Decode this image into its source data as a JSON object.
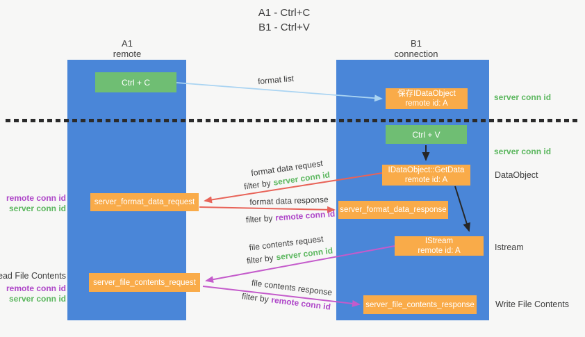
{
  "colors": {
    "bg": "#f7f7f6",
    "column-blue": "#4a86d8",
    "box-green": "#6fbe73",
    "box-orange": "#f9ab49",
    "arrow-red": "#e86358",
    "arrow-purple": "#c45bcb",
    "arrow-blue": "#aad4f2",
    "arrow-black": "#262626",
    "text-dark": "#3d3d3d",
    "text-green": "#5cb75f",
    "text-purple": "#ae46c8",
    "text-white": "#ffffff",
    "dot-line": "#2b2b2b"
  },
  "title": {
    "line1": "A1 - Ctrl+C",
    "line2": "B1 - Ctrl+V"
  },
  "columns": {
    "left": {
      "name": "A1",
      "sub": "remote"
    },
    "right": {
      "name": "B1",
      "sub": "connection"
    }
  },
  "boxes": {
    "ctrl_c": "Ctrl + C",
    "ctrl_v": "Ctrl + V",
    "save_dataobject": {
      "line1": "保存IDataObject",
      "line2": "remote id: A"
    },
    "getdata": {
      "line1": "IDataObject::GetData",
      "line2": "remote id: A"
    },
    "istream": {
      "line1": "IStream",
      "line2": "remote id: A"
    },
    "format_request": "server_format_data_request",
    "format_response": "server_format_data_response",
    "file_request": "server_file_contents_request",
    "file_response": "server_file_contents_response"
  },
  "right_labels": {
    "server_conn_id_top": "server conn id",
    "server_conn_id_mid": "server conn id",
    "dataobject": "DataObject",
    "istream": "Istream",
    "write_file_contents": "Write File Contents"
  },
  "left_labels": {
    "remote_conn_id_top": "remote conn id",
    "server_conn_id_top": "server conn id",
    "read_file_contents": "Read File Contents",
    "remote_conn_id_bottom": "remote conn id",
    "server_conn_id_bottom": "server conn id"
  },
  "arrow_labels": {
    "format_list": "format list",
    "format_data_request": "format data request",
    "format_data_response": "format data response",
    "file_contents_request": "file contents request",
    "file_contents_response": "file contents response",
    "filter_by": "filter by",
    "server_conn_id": "server conn id",
    "remote_conn_id": "remote conn id"
  }
}
